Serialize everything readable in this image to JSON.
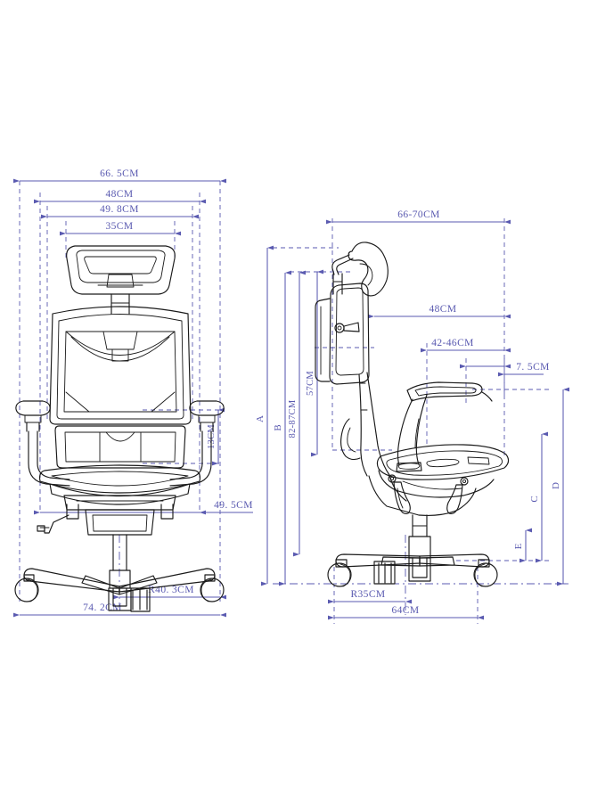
{
  "document": {
    "kind": "technical-dimension-drawing",
    "subject": "ergonomic mesh office chair",
    "views": [
      {
        "id": "front-view",
        "label": "front elevation",
        "position": "left"
      },
      {
        "id": "side-view",
        "label": "side elevation",
        "position": "right"
      }
    ],
    "background_color": "#ffffff",
    "line_color": "#1a1a1a",
    "dimension_color": "#5a5ab0"
  },
  "front_view": {
    "horizontal_dimensions": [
      {
        "name": "overall-width",
        "value": "66. 5CM"
      },
      {
        "name": "backrest-width",
        "value": "48CM"
      },
      {
        "name": "armrest-span",
        "value": "49. 8CM"
      },
      {
        "name": "headrest-width",
        "value": "35CM"
      },
      {
        "name": "seat-width",
        "value": "49. 5CM"
      },
      {
        "name": "base-radius",
        "value": "R40. 3CM"
      },
      {
        "name": "base-diameter",
        "value": "74. 2CM"
      }
    ],
    "vertical_dimensions": [
      {
        "name": "armrest-height",
        "value": "13CM"
      }
    ]
  },
  "side_view": {
    "horizontal_dimensions": [
      {
        "name": "overall-depth",
        "value": "66-70CM"
      },
      {
        "name": "backrest-depth",
        "value": "48CM"
      },
      {
        "name": "seat-depth",
        "value": "42-46CM"
      },
      {
        "name": "seat-overhang",
        "value": "7. 5CM"
      },
      {
        "name": "base-radius",
        "value": "R35CM"
      },
      {
        "name": "base-diameter",
        "value": "64CM"
      }
    ],
    "vertical_dimensions": [
      {
        "name": "overall-height-total",
        "value": "A"
      },
      {
        "name": "overall-height-range",
        "value": "B"
      },
      {
        "name": "seat-height",
        "value": "C"
      },
      {
        "name": "seat-height-max",
        "value": "D"
      },
      {
        "name": "seat-height-adjust",
        "value": "E"
      },
      {
        "name": "backrest-height",
        "value": "57CM"
      },
      {
        "name": "total-height-range",
        "value": "82-87CM"
      }
    ]
  },
  "chart_data": {
    "type": "table",
    "title": "Office chair dimensional specification",
    "categories": [
      "overall width",
      "backrest width",
      "armrest span",
      "headrest width",
      "seat width",
      "base radius (front)",
      "base diameter (front)",
      "armrest height",
      "overall depth",
      "backrest depth",
      "seat depth",
      "seat overhang",
      "base radius (side)",
      "base diameter (side)",
      "backrest height",
      "total height range"
    ],
    "values": [
      "66.5CM",
      "48CM",
      "49.8CM",
      "35CM",
      "49.5CM",
      "R40.3CM",
      "74.2CM",
      "13CM",
      "66-70CM",
      "48CM",
      "42-46CM",
      "7.5CM",
      "R35CM",
      "64CM",
      "57CM",
      "82-87CM"
    ],
    "letter_callouts": [
      "A",
      "B",
      "C",
      "D",
      "E"
    ],
    "xlabel": "",
    "ylabel": "",
    "units": "centimetres"
  }
}
